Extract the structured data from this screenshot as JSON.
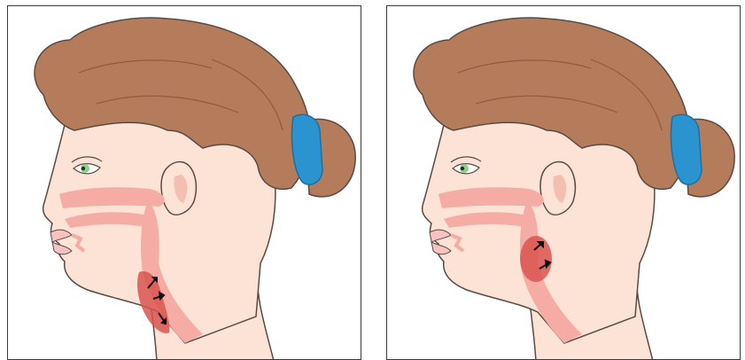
{
  "colors": {
    "skin": "#fce3d6",
    "outline": "#5a4a44",
    "hair": "#b47c5a",
    "hair_dark": "#8e5c40",
    "scrunchie": "#2a93d0",
    "scrunchie_dark": "#1a6fa3",
    "airway": "#f4aca4",
    "lips": "#f7c2c0",
    "iris": "#8fd08a",
    "swelling": "#d9534f",
    "arrow": "#111111"
  },
  "panels": [
    {
      "id": "left",
      "swelling_location": "lower-neck"
    },
    {
      "id": "right",
      "swelling_location": "upper-neck"
    }
  ]
}
